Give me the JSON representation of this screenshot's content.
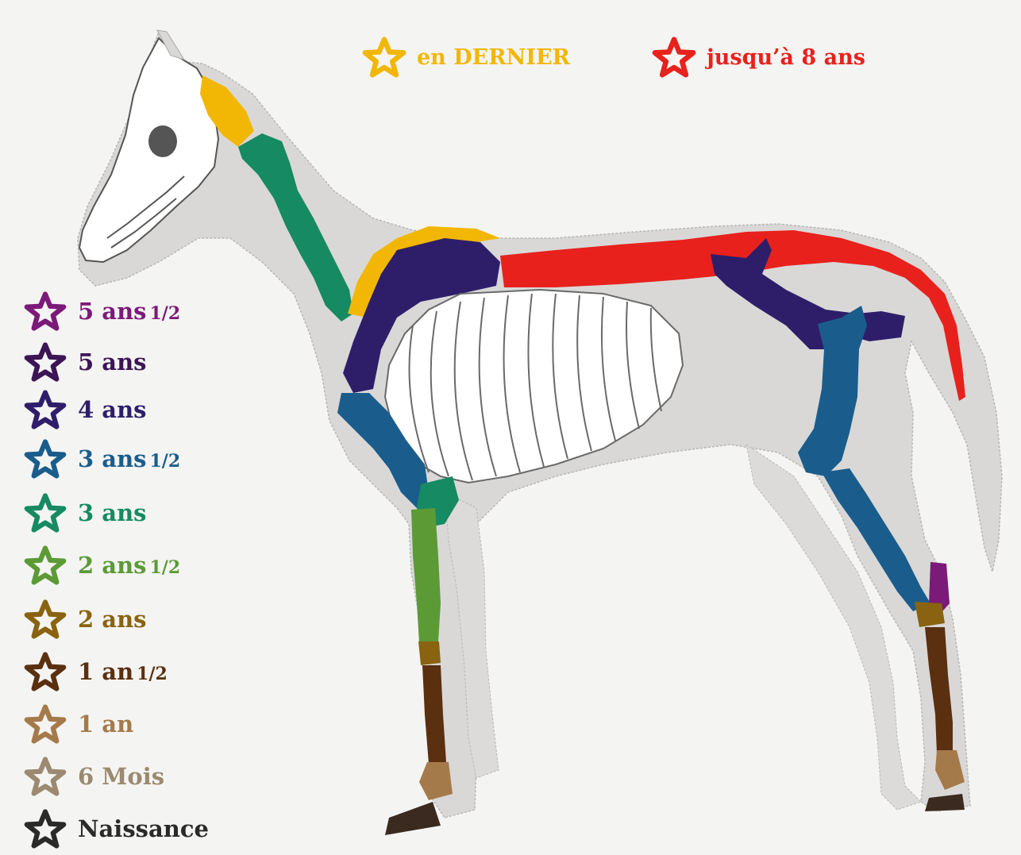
{
  "top_keys": [
    {
      "label": "en DERNIER",
      "color": "#f2b705"
    },
    {
      "label": "jusqu’à 8 ans",
      "color": "#e8211c"
    }
  ],
  "legend": [
    {
      "main": "5 ans",
      "suffix": "1/2",
      "color": "#7b1a78",
      "icon": "star-outline"
    },
    {
      "main": "5 ans",
      "suffix": "",
      "color": "#3c1555",
      "icon": "star-outline"
    },
    {
      "main": "4 ans",
      "suffix": "",
      "color": "#2e1e6a",
      "icon": "star-outline"
    },
    {
      "main": "3 ans",
      "suffix": "1/2",
      "color": "#1a5d8c",
      "icon": "star-outline"
    },
    {
      "main": "3 ans",
      "suffix": "",
      "color": "#168a62",
      "icon": "star-outline"
    },
    {
      "main": "2 ans",
      "suffix": "1/2",
      "color": "#5c9a36",
      "icon": "star-outline"
    },
    {
      "main": "2 ans",
      "suffix": "",
      "color": "#8a6310",
      "icon": "star-outline"
    },
    {
      "main": "1 an",
      "suffix": "1/2",
      "color": "#5a3010",
      "icon": "star-outline"
    },
    {
      "main": "1 an",
      "suffix": "",
      "color": "#a57a4b",
      "icon": "star-outline"
    },
    {
      "main": "6 Mois",
      "suffix": "",
      "color": "#9b8a70",
      "icon": "star-outline"
    },
    {
      "main": "Naissance",
      "suffix": "",
      "color": "#2a2a2a",
      "icon": "star-outline"
    }
  ],
  "bone_colors": {
    "poll": "#f2b705",
    "neck": "#168a62",
    "withers": "#f2b705",
    "scapula": "#2e1e6a",
    "humerus": "#1a5d8c",
    "radius": "#1a5d8c",
    "cannon_front": "#5c9a36",
    "pastern": "#8a6310",
    "lower_leg": "#5a3010",
    "hoof": "#a57a4b",
    "spine": "#e8211c",
    "pelvis": "#2e1e6a",
    "femur": "#1a5d8c",
    "hock": "#7b1a78",
    "ribs": "#ffffff",
    "body": "#d8d7d6"
  }
}
